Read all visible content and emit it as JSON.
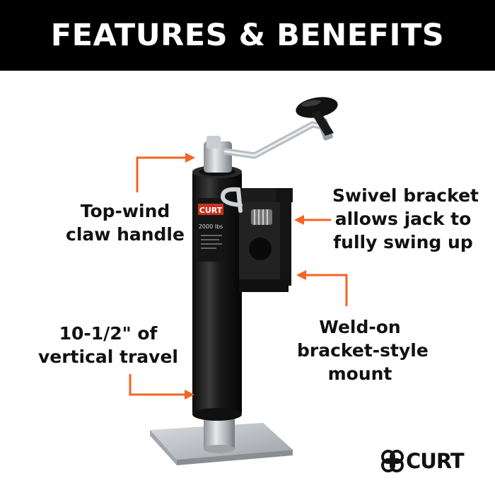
{
  "header": {
    "title": "FEATURES & BENEFITS"
  },
  "callouts": {
    "handle": {
      "line1": "Top-wind",
      "line2": "claw handle"
    },
    "swivel": {
      "line1": "Swivel bracket",
      "line2": "allows jack to",
      "line3": "fully swing up"
    },
    "travel": {
      "line1": "10-1/2\" of",
      "line2": "vertical travel"
    },
    "weld": {
      "line1": "Weld-on",
      "line2": "bracket-style",
      "line3": "mount"
    }
  },
  "product": {
    "label_brand": "CURT",
    "label_capacity": "2000 lbs"
  },
  "logo": {
    "text": "CURT"
  },
  "colors": {
    "header_bg": "#000000",
    "arrow": "#f26522",
    "jack_body": "#1b1b1b",
    "metal": "#c9ccd0"
  }
}
